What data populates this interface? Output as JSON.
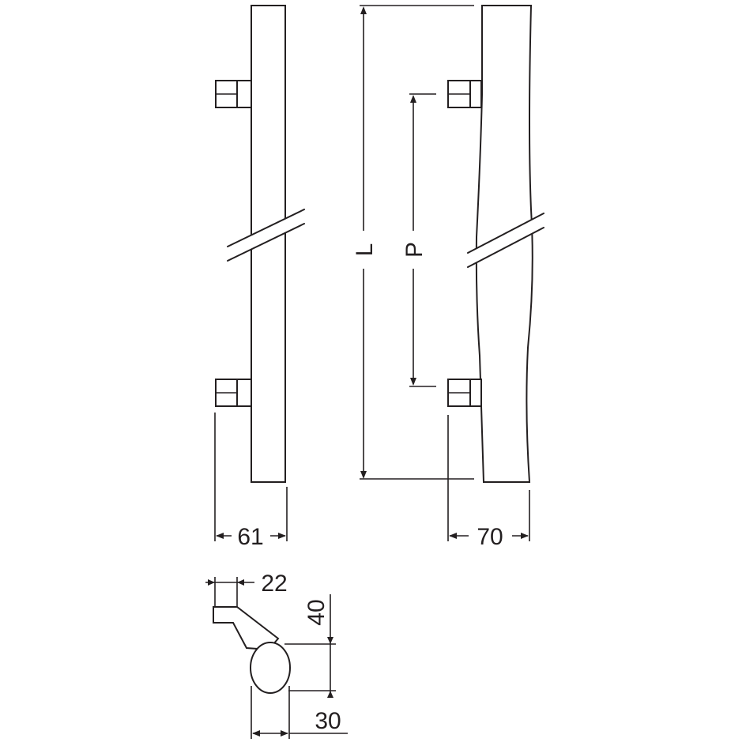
{
  "dimensions": {
    "length_label": "L",
    "pitch_label": "P",
    "front_projection": "61",
    "side_projection": "70",
    "post_width": "22",
    "section_height": "40",
    "grip_width": "30"
  },
  "colors": {
    "line": "#231f20",
    "background": "#ffffff"
  }
}
